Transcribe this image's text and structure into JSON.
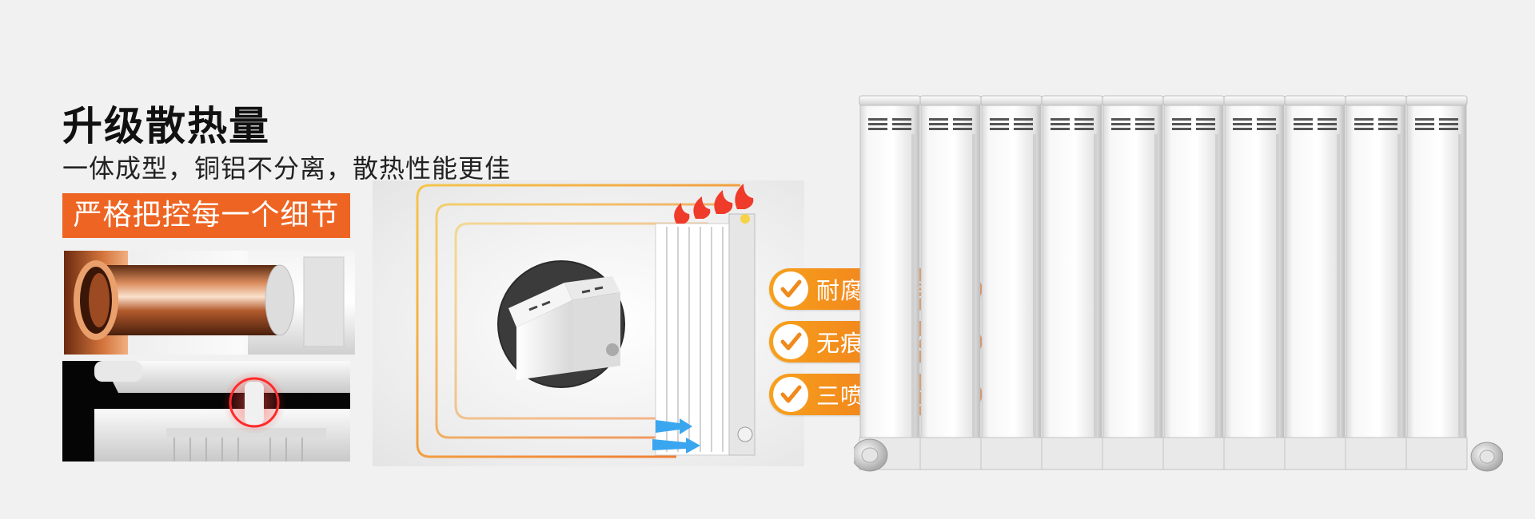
{
  "headline": "升级散热量",
  "subline": "一体成型，铜铝不分离，散热性能更佳",
  "badge": "严格把控每一个细节",
  "features": [
    {
      "label": "耐腐蚀紫铜管",
      "icon": "check-icon"
    },
    {
      "label": "无痕无渍焊接",
      "icon": "check-icon"
    },
    {
      "label": "三喷三烤喷涂",
      "icon": "check-icon"
    }
  ],
  "colors": {
    "accent_orange": "#ee6422",
    "pill_gradient_start": "#f7a11c",
    "pill_gradient_end": "#ec6a1e",
    "background": "#f1f1f1"
  }
}
